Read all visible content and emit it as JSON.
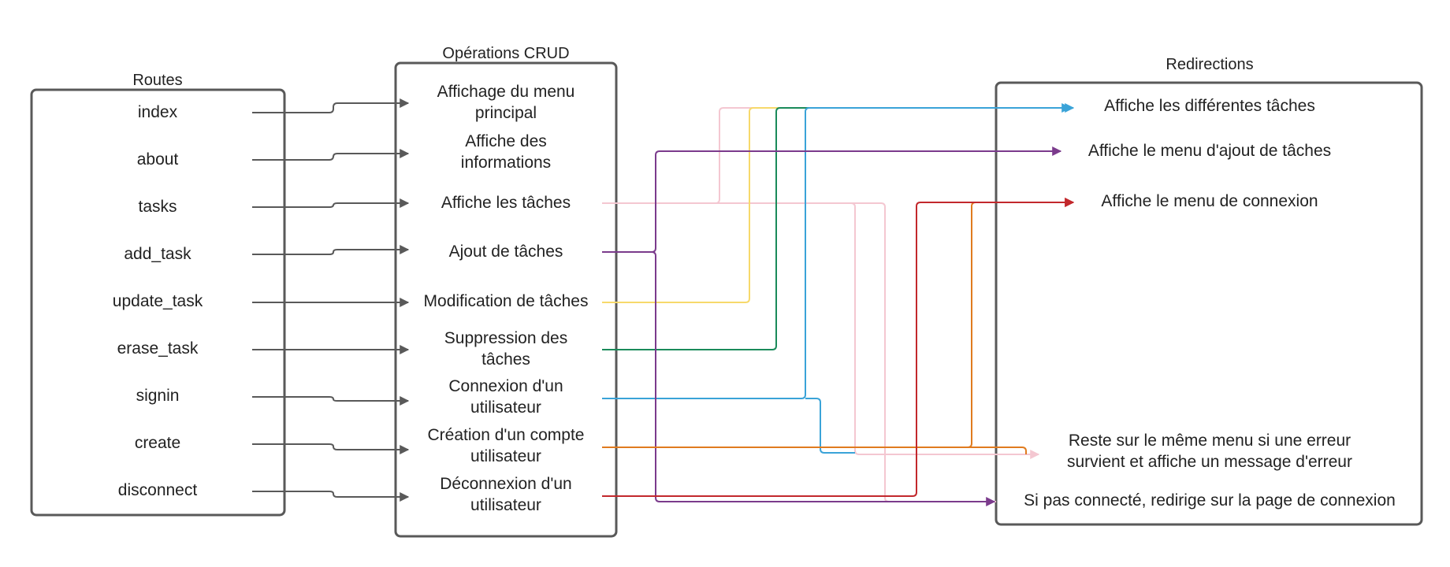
{
  "routes": {
    "title": "Routes",
    "items": [
      "index",
      "about",
      "tasks",
      "add_task",
      "update_task",
      "erase_task",
      "signin",
      "create",
      "disconnect"
    ]
  },
  "crud": {
    "title": "Opérations CRUD",
    "items": [
      [
        "Affichage du menu",
        "principal"
      ],
      [
        "Affiche des",
        "informations"
      ],
      [
        "Affiche les tâches"
      ],
      [
        "Ajout de tâches"
      ],
      [
        "Modification de tâches"
      ],
      [
        "Suppression des",
        "tâches"
      ],
      [
        "Connexion d'un",
        "utilisateur"
      ],
      [
        "Création d'un compte",
        "utilisateur"
      ],
      [
        "Déconnexion d'un",
        "utilisateur"
      ]
    ]
  },
  "redirections": {
    "title": "Redirections",
    "items": [
      [
        "Affiche les différentes tâches"
      ],
      [
        "Affiche le menu d'ajout de tâches"
      ],
      [
        "Affiche le menu de connexion"
      ],
      [
        "Reste sur le même menu si une erreur",
        "survient et affiche un message d'erreur"
      ],
      [
        "Si pas connecté, redirige sur la page de connexion"
      ]
    ]
  },
  "colors": {
    "box_stroke": "#595959",
    "route_arrow": "#595959",
    "pink": "#f4c7d1",
    "yellow": "#f7d96b",
    "green": "#1a8a5a",
    "blue": "#3aa3d8",
    "purple": "#7b3b8c",
    "red": "#c2282c",
    "orange": "#e07b1f"
  }
}
